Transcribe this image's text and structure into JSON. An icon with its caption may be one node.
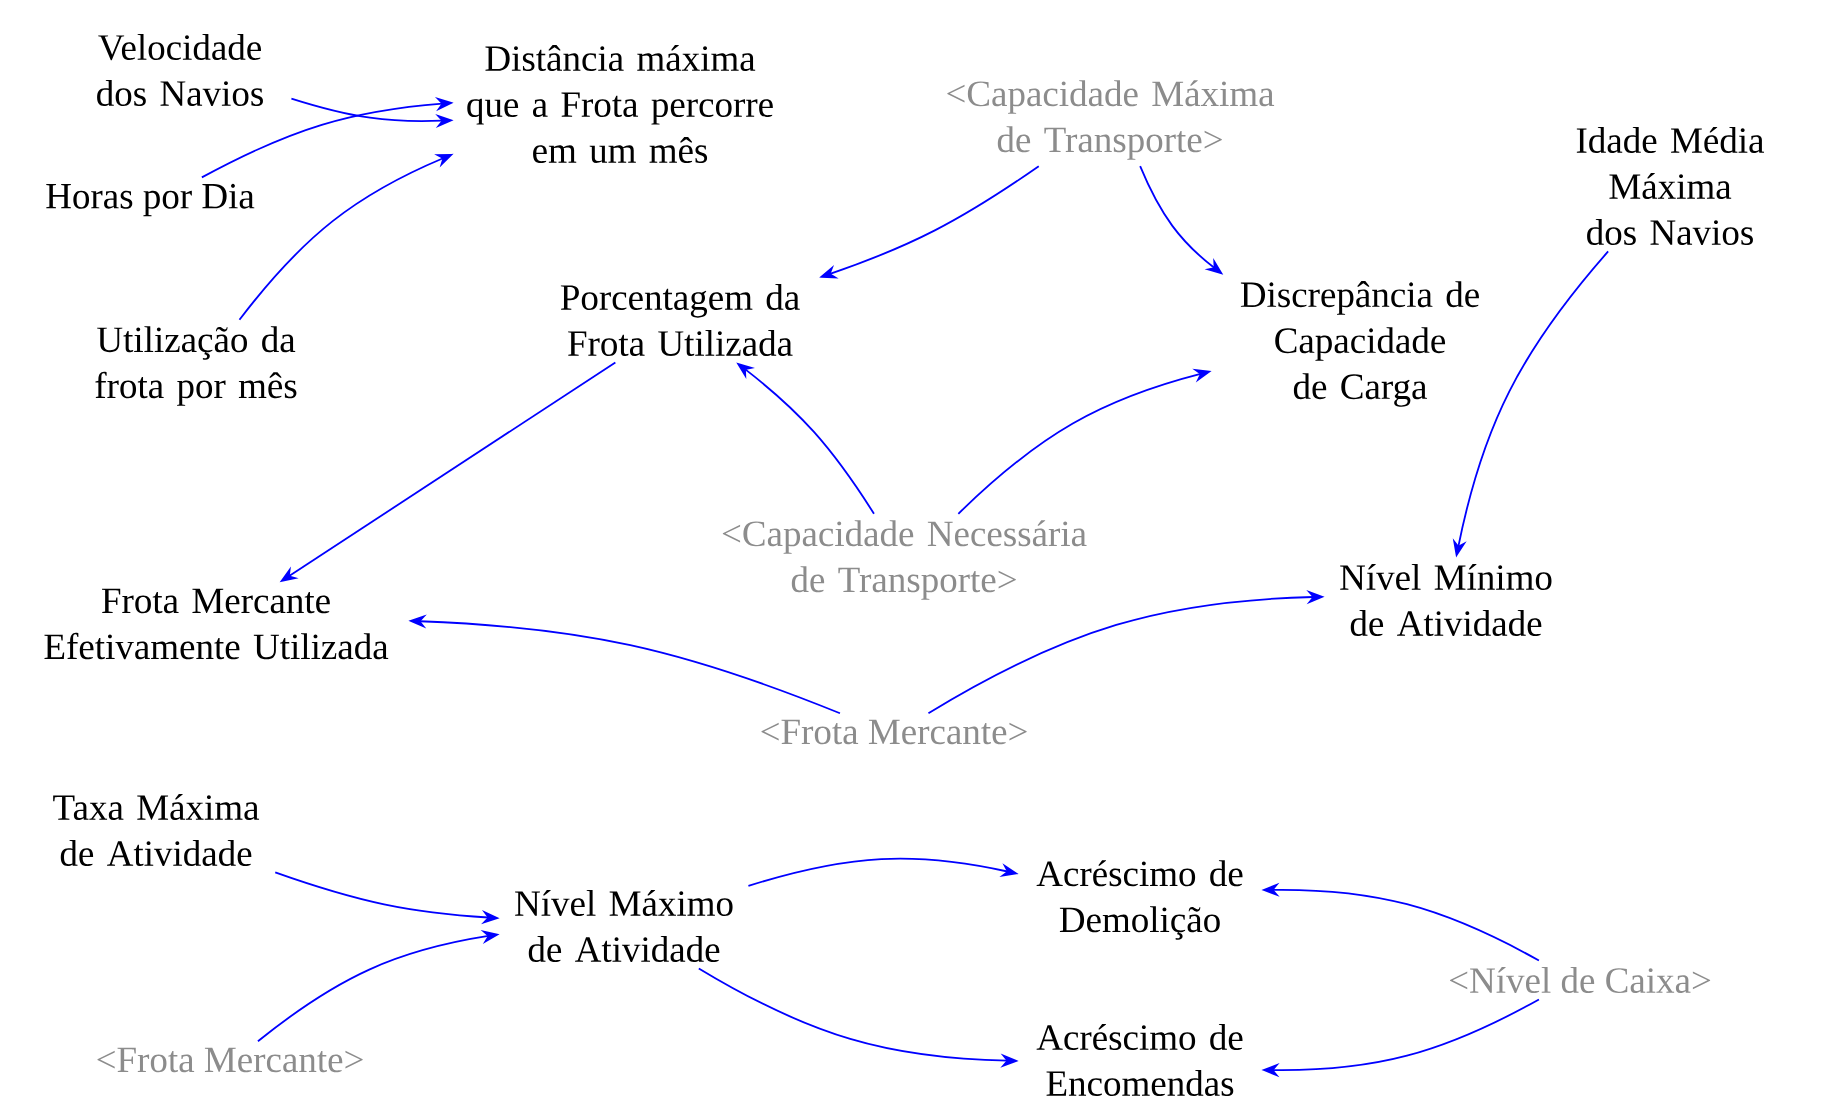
{
  "diagram": {
    "nodes": [
      {
        "text": [
          "Velocidade dos Navios"
        ]
      },
      {
        "text": [
          "Distância máxima que a Frota percorre em um mês"
        ]
      },
      {
        "text": [
          "Horas por Dia"
        ]
      },
      {
        "text": [
          "<Capacidade Máxima de Transporte>"
        ]
      },
      {
        "text": [
          "Idade Média Máxima dos Navios"
        ]
      },
      {
        "text": [
          "Utilização da frota por mês"
        ]
      },
      {
        "text": [
          "Porcentagem da Frota Utilizada"
        ]
      },
      {
        "text": [
          "Discrepância de Capacidade de Carga"
        ]
      },
      {
        "text": [
          "<Capacidade Necessária de Transporte>"
        ]
      },
      {
        "text": [
          "Nível Mínimo de Atividade"
        ]
      },
      {
        "text": [
          "Frota Mercante Efetivamente Utilizada"
        ]
      },
      {
        "text": [
          "<Frota Mercante>"
        ]
      },
      {
        "text": [
          "Taxa Máxima de Atividade"
        ]
      },
      {
        "text": [
          "Nível Máximo de Atividade"
        ]
      },
      {
        "text": [
          "Acréscimo de Demolição"
        ]
      },
      {
        "text": [
          "<Nível de Caixa>"
        ]
      },
      {
        "text": [
          "<Frota Mercante>"
        ]
      },
      {
        "text": [
          "Acréscimo de Encomendas"
        ]
      }
    ],
    "edges": [
      {
        "from": 0,
        "to": 1,
        "arrow": "to"
      },
      {
        "from": 2,
        "to": 1,
        "arrow": "to"
      },
      {
        "from": 5,
        "to": 1,
        "arrow": "to"
      },
      {
        "from": 3,
        "to": 6,
        "arrow": "to"
      },
      {
        "from": 3,
        "to": 7,
        "arrow": "to"
      },
      {
        "from": 4,
        "to": 9,
        "arrow": "to"
      },
      {
        "from": 8,
        "to": 6,
        "arrow": "to"
      },
      {
        "from": 8,
        "to": 7,
        "arrow": "to"
      },
      {
        "from": 6,
        "to": 10,
        "arrow": "to"
      },
      {
        "from": 11,
        "to": 10,
        "arrow": "to"
      },
      {
        "from": 11,
        "to": 9,
        "arrow": "to"
      },
      {
        "from": 12,
        "to": 13,
        "arrow": "to"
      },
      {
        "from": 16,
        "to": 13,
        "arrow": "to"
      },
      {
        "from": 13,
        "to": 14,
        "arrow": "to"
      },
      {
        "from": 13,
        "to": 17,
        "arrow": "to"
      },
      {
        "from": 15,
        "to": 14,
        "arrow": "to"
      },
      {
        "from": 15,
        "to": 17,
        "arrow": "to"
      }
    ]
  }
}
